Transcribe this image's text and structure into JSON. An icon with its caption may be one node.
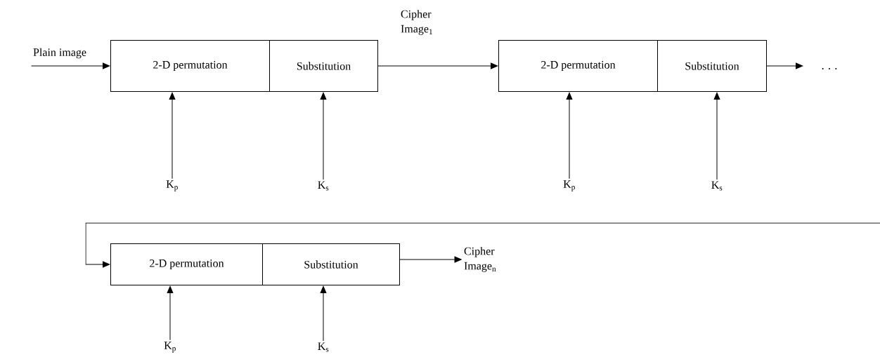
{
  "diagram": {
    "nodes": [
      {
        "text": [
          "Plain image"
        ]
      },
      {
        "text": [
          "2-D permutation"
        ]
      },
      {
        "text": [
          "Substitution"
        ]
      },
      {
        "text": [
          "K$_{p}$"
        ]
      },
      {
        "text": [
          "K$_{s}$"
        ]
      },
      {
        "text": [
          "2-D permutation"
        ]
      },
      {
        "text": [
          "Substitution"
        ]
      },
      {
        "text": [
          "K$_{p}$"
        ]
      },
      {
        "text": [
          "K$_{s}$"
        ]
      },
      {
        "text": [
          ". . ."
        ]
      },
      {
        "text": [
          "2-D permutation"
        ]
      },
      {
        "text": [
          "Substitution"
        ]
      },
      {
        "text": [
          "K$_{p}$"
        ]
      },
      {
        "text": [
          "K$_{s}$"
        ]
      },
      {
        "text": [
          "Cipher Image$_{n}$"
        ]
      }
    ],
    "edges": [
      {
        "from": 0,
        "to": 1,
        "arrow": "to"
      },
      {
        "from": 2,
        "to": 5,
        "arrow": "to",
        "label": "Cipher Image$_{1}$"
      },
      {
        "from": 6,
        "to": 9,
        "arrow": "to"
      },
      {
        "from": null,
        "to": 10,
        "arrow": "to"
      },
      {
        "from": 11,
        "to": 14,
        "arrow": "to"
      },
      {
        "from": 3,
        "to": 1,
        "arrow": "to"
      },
      {
        "from": 4,
        "to": 2,
        "arrow": "to"
      },
      {
        "from": 7,
        "to": 5,
        "arrow": "to"
      },
      {
        "from": 8,
        "to": 6,
        "arrow": "to"
      },
      {
        "from": 12,
        "to": 10,
        "arrow": "to"
      },
      {
        "from": 13,
        "to": 11,
        "arrow": "to"
      }
    ]
  }
}
